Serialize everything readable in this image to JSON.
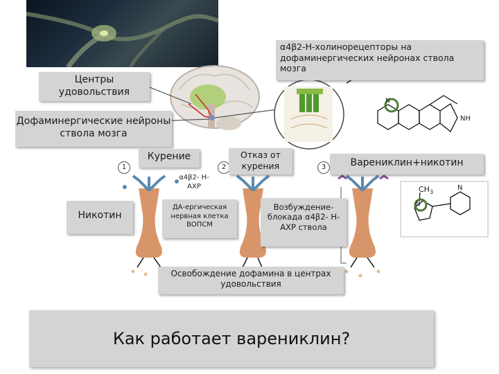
{
  "labels": {
    "pleasure_centers": "Центры удовольствия",
    "dopaminergic_neurons": "Дофаминергические нейроны ствола мозга",
    "receptors": "α4β2-Н-холинорецепторы на дофаминергических нейронах ствола мозга",
    "smoking": "Курение",
    "quitting": "Отказ от курения",
    "varenicline_nicotine": "Варениклин+никотин",
    "nicotine": "Никотин",
    "a4b2_receptor": "α4β2- Н-АХР",
    "da_cell": "ДА-ергическая нервная клетка ВОПСМ",
    "excitation_block": "Возбуждение-блокада α4β2- Н-АХР ствола",
    "dopamine_release": "Освобождение дофамина в центрах удовольствия"
  },
  "steps": [
    "1",
    "2",
    "3"
  ],
  "chem": {
    "ch3": "CH",
    "ch3_sub": "3",
    "n": "N",
    "nh": "NH"
  },
  "title": "Как работает варениклин?",
  "colors": {
    "label_bg": "#d4d4d4",
    "neuron": "#d9956a",
    "receptor": "#5a8ab0",
    "drug": "#8a4d9a",
    "ring": "#4e7a3a"
  }
}
